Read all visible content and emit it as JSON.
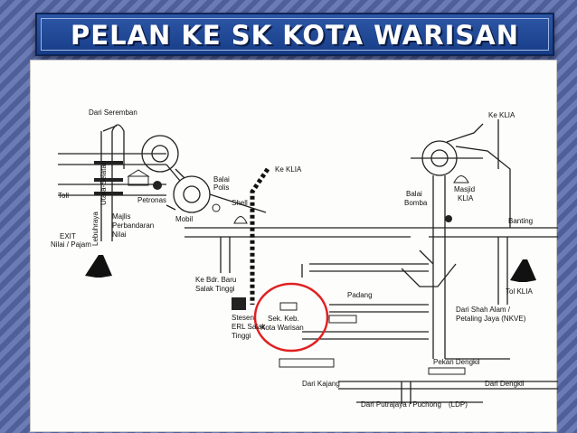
{
  "title": "PELAN KE SK KOTA WARISAN",
  "map": {
    "labels": {
      "dari_seremban": "Dari Seremban",
      "ke_klia_top": "Ke KLIA",
      "ke_klia_mid": "Ke KLIA",
      "toll_left": "Toll",
      "utara_selatan": "Utara-Selatan",
      "lekbuhraya": "Lebuhraya",
      "petronas": "Petronas",
      "majlis": "Majlis",
      "perbandaran": "Perbandaran",
      "nilai_pb": "Nilai",
      "exit": "EXIT",
      "nilai_pajam": "Nilai / Pajam",
      "mobil": "Mobil",
      "balai_polis_1": "Balai",
      "balai_polis_2": "Polis",
      "shell": "Shell",
      "ke_bdr_baru": "Ke Bdr. Baru",
      "salak_tinggi": "Salak Tinggi",
      "stesen_1": "Stesen",
      "stesen_2": "ERL Salak",
      "stesen_3": "Tinggi",
      "sek_keb_1": "Sek. Keb.",
      "sek_keb_2": "Kota Warisan",
      "padang": "Padang",
      "balai_bomba_1": "Balai",
      "balai_bomba_2": "Bomba",
      "masjid_1": "Masjid",
      "masjid_2": "KLIA",
      "banting": "Banting",
      "dari_shah_alam_1": "Dari Shah Alam /",
      "dari_shah_alam_2": "Petaling Jaya (NKVE)",
      "toll_klia": "Tol KLIA",
      "pekan_dengkil": "Pekan Dengkil",
      "dari_kajang": "Dari Kajang",
      "dari_dengkil": "Dari Dengkil",
      "dari_putrajaya": "Dari Putrajaya / Puchong",
      "ldp": "(LDP)"
    }
  }
}
